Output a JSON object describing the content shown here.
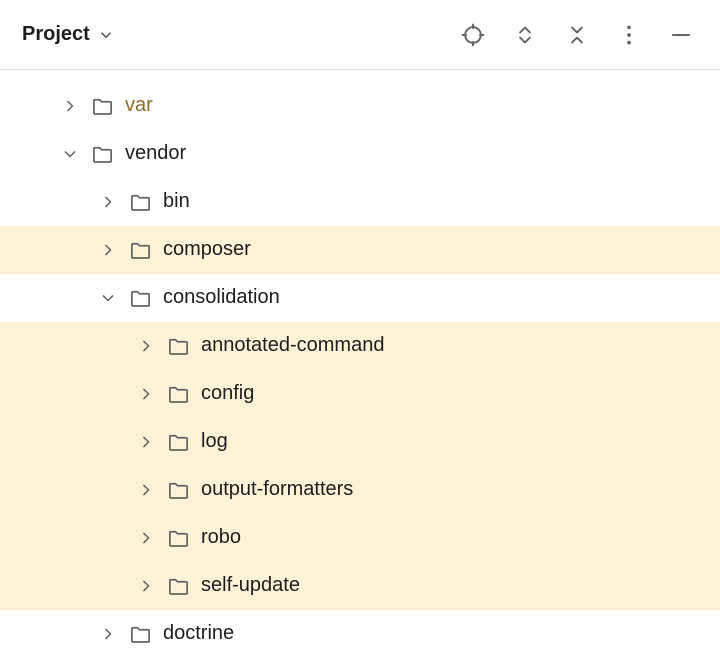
{
  "header": {
    "title": "Project",
    "icons": [
      "target-icon",
      "expand-all-icon",
      "collapse-all-icon",
      "kebab-menu-icon",
      "hide-icon"
    ]
  },
  "tree": {
    "items": [
      {
        "label": "var",
        "level": 1,
        "expanded": false,
        "highlighted": false,
        "excluded": true
      },
      {
        "label": "vendor",
        "level": 1,
        "expanded": true,
        "highlighted": false,
        "excluded": false
      },
      {
        "label": "bin",
        "level": 2,
        "expanded": false,
        "highlighted": false,
        "excluded": false
      },
      {
        "label": "composer",
        "level": 2,
        "expanded": false,
        "highlighted": true,
        "excluded": false
      },
      {
        "label": "consolidation",
        "level": 2,
        "expanded": true,
        "highlighted": false,
        "excluded": false
      },
      {
        "label": "annotated-command",
        "level": 3,
        "expanded": false,
        "highlighted": true,
        "excluded": false
      },
      {
        "label": "config",
        "level": 3,
        "expanded": false,
        "highlighted": true,
        "excluded": false
      },
      {
        "label": "log",
        "level": 3,
        "expanded": false,
        "highlighted": true,
        "excluded": false
      },
      {
        "label": "output-formatters",
        "level": 3,
        "expanded": false,
        "highlighted": true,
        "excluded": false
      },
      {
        "label": "robo",
        "level": 3,
        "expanded": false,
        "highlighted": true,
        "excluded": false
      },
      {
        "label": "self-update",
        "level": 3,
        "expanded": false,
        "highlighted": true,
        "excluded": false
      },
      {
        "label": "doctrine",
        "level": 2,
        "expanded": false,
        "highlighted": false,
        "excluded": false
      }
    ]
  },
  "colors": {
    "highlight": "#fcf2d6",
    "excluded_label": "#8a6c2f",
    "text": "#1e1e1e",
    "icon": "#646464",
    "header_border": "#e4e4e4"
  }
}
